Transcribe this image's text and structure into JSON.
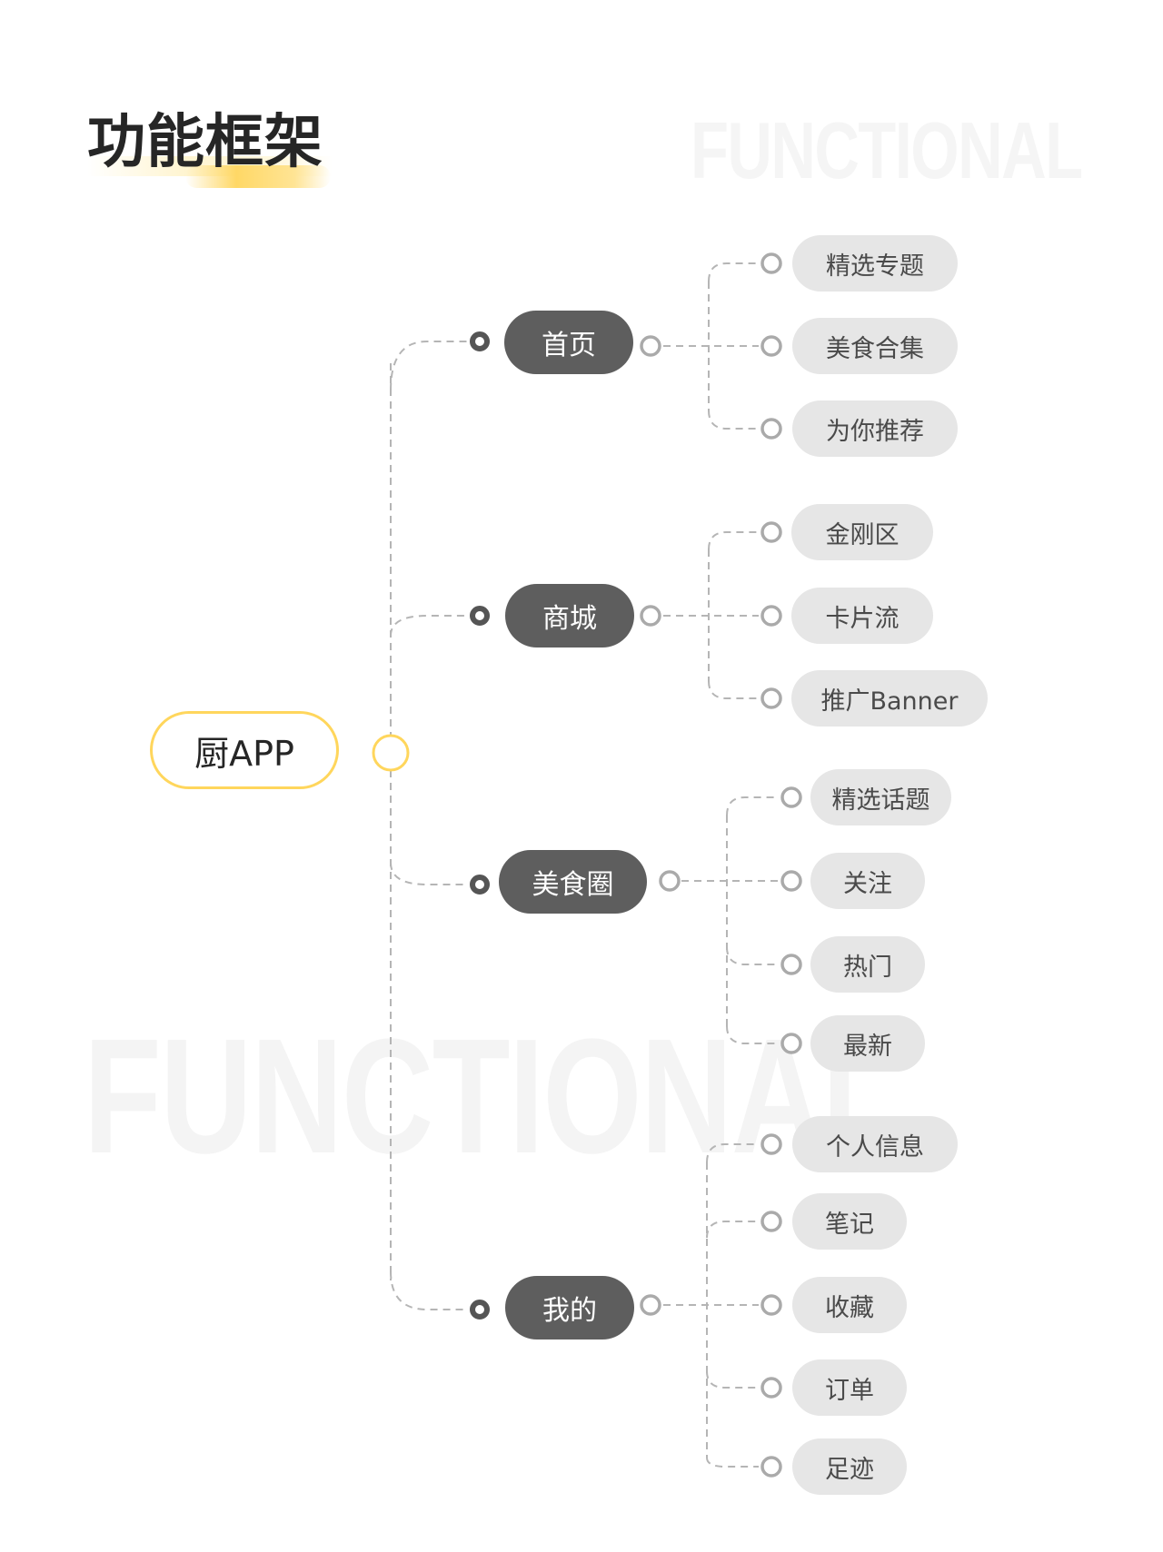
{
  "title": "功能框架",
  "watermark": "FUNCTIONAL",
  "root": {
    "label": "厨APP"
  },
  "branches": [
    {
      "label": "首页",
      "children": [
        "精选专题",
        "美食合集",
        "为你推荐"
      ]
    },
    {
      "label": "商城",
      "children": [
        "金刚区",
        "卡片流",
        "推广Banner"
      ]
    },
    {
      "label": "美食圈",
      "children": [
        "精选话题",
        "关注",
        "热门",
        "最新"
      ]
    },
    {
      "label": "我的",
      "children": [
        "个人信息",
        "笔记",
        "收藏",
        "订单",
        "足迹"
      ]
    }
  ],
  "colors": {
    "accent": "#ffd65c",
    "main_node": "#5e5e5e",
    "leaf_node": "#e6e6e6",
    "connector": "#b5b5b5"
  }
}
